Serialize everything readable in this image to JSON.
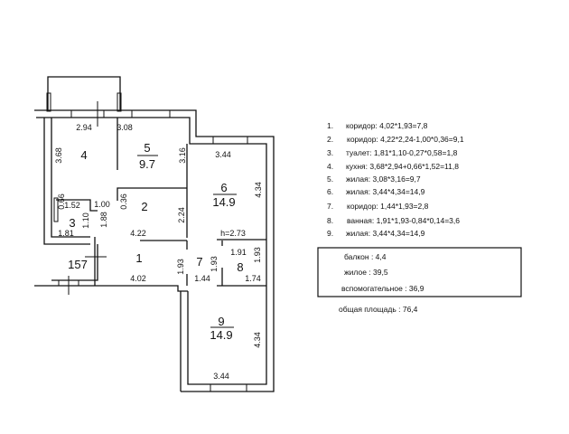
{
  "plan": {
    "rooms": [
      {
        "id": "1",
        "label": "1"
      },
      {
        "id": "2",
        "label": "2"
      },
      {
        "id": "3",
        "label": "3"
      },
      {
        "id": "4",
        "label": "4"
      },
      {
        "id": "5",
        "label": "5",
        "area": "9.7"
      },
      {
        "id": "6",
        "label": "6",
        "area": "14.9"
      },
      {
        "id": "7",
        "label": "7"
      },
      {
        "id": "8",
        "label": "8"
      },
      {
        "id": "9",
        "label": "9",
        "area": "14.9"
      }
    ],
    "stair_label": "157",
    "height": "h=2.73",
    "dims": {
      "d294": "2.94",
      "d308": "3.08",
      "d368": "3.68",
      "d316": "3.16",
      "d344a": "3.44",
      "d434a": "4.34",
      "d066": "0.66",
      "d152": "1.52",
      "d100": "1.00",
      "d036": "0.36",
      "d224": "2.24",
      "d110": "1.10",
      "d188": "1.88",
      "d181": "1.81",
      "d422": "4.22",
      "d191": "1.91",
      "d193a": "1.93",
      "d193b": "1.93",
      "d193c": "1.93",
      "d402": "4.02",
      "d144": "1.44",
      "d174": "1.74",
      "d434b": "4.34",
      "d344b": "3.44"
    }
  },
  "legend": {
    "items": [
      {
        "n": "1.",
        "text": "коридор: 4,02*1,93=7,8"
      },
      {
        "n": "2.",
        "text": "коридор: 4,22*2,24-1,00*0,36=9,1"
      },
      {
        "n": "3.",
        "text": "туалет: 1,81*1,10-0,27*0,58=1,8"
      },
      {
        "n": "4.",
        "text": "кухня: 3,68*2,94+0,66*1,52=11,8"
      },
      {
        "n": "5.",
        "text": "жилая: 3,08*3,16=9,7"
      },
      {
        "n": "6.",
        "text": "жилая: 3,44*4,34=14,9"
      },
      {
        "n": "7.",
        "text": "коридор: 1,44*1,93=2,8"
      },
      {
        "n": "8.",
        "text": "ванная: 1,91*1,93-0,84*0,14=3,6"
      },
      {
        "n": "9.",
        "text": "жилая: 3,44*4,34=14,9"
      }
    ],
    "summary": {
      "balcony": "балкон : 4,4",
      "living": "жилое : 39,5",
      "auxiliary": "вспомогательное : 36,9"
    },
    "total": "общая площадь : 76,4"
  }
}
